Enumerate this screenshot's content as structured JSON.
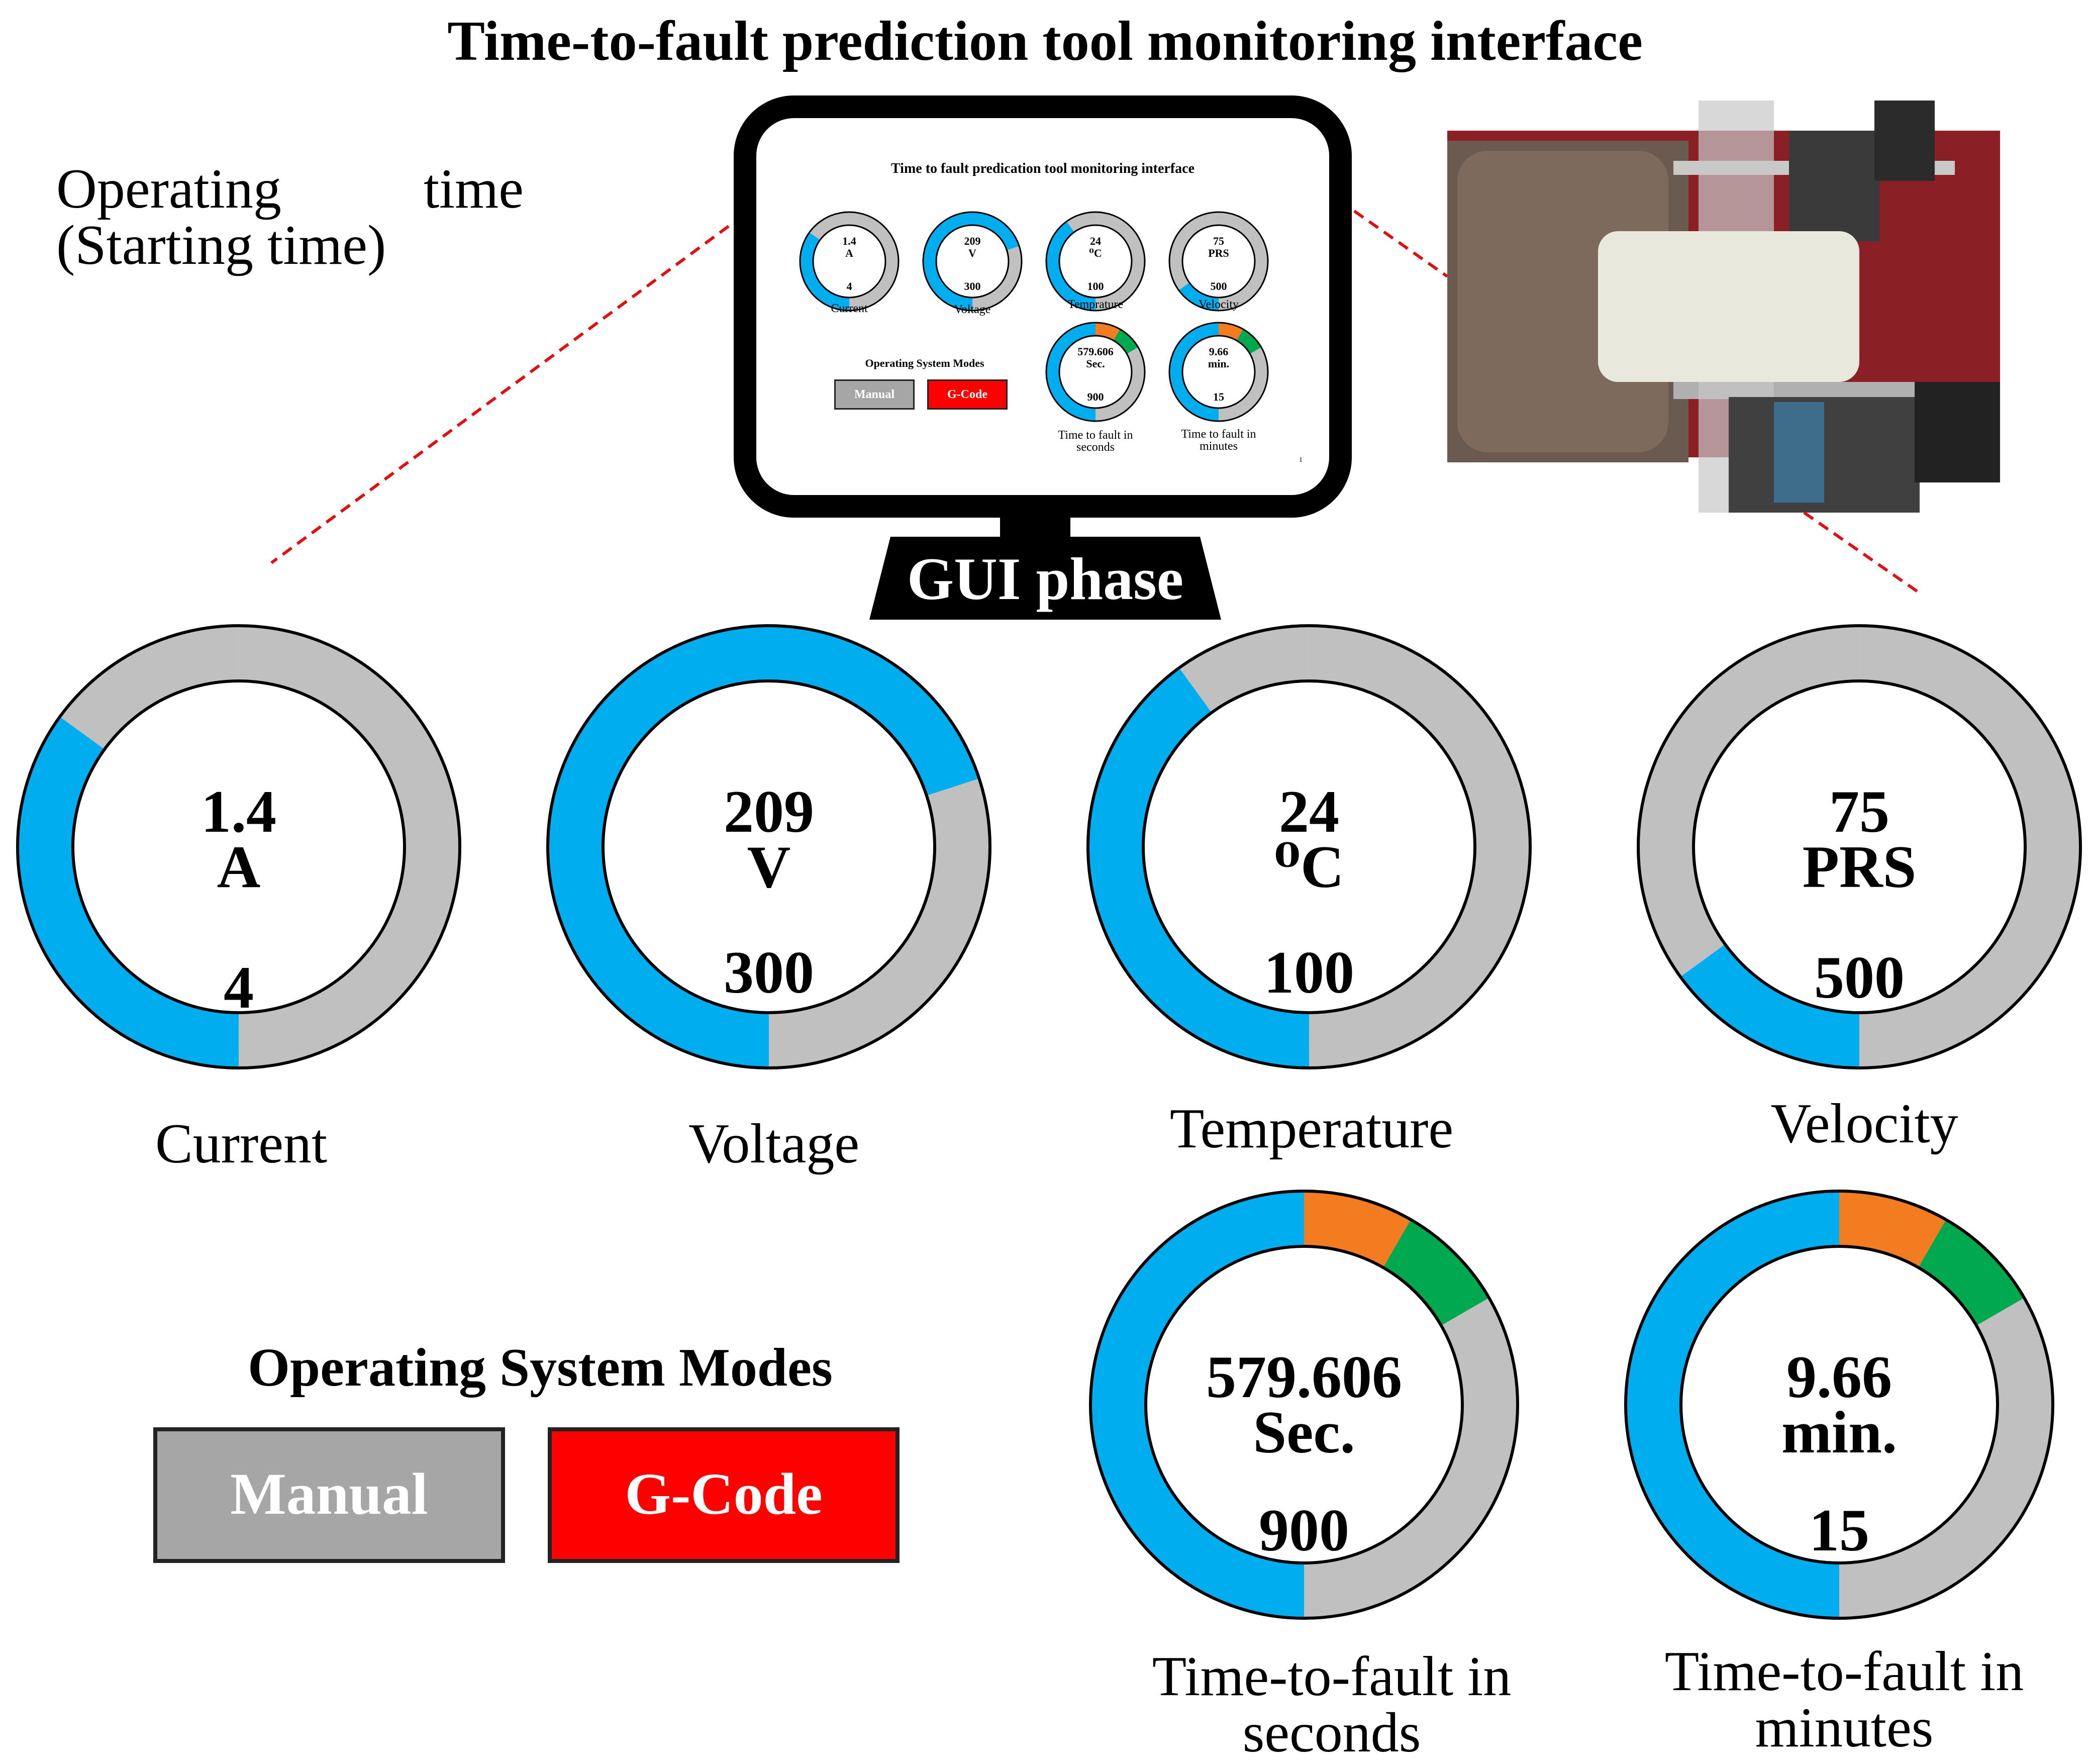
{
  "title": "Time-to-fault prediction tool monitoring interface",
  "operating_time": {
    "line1_word1": "Operating",
    "line1_word2": "time",
    "line2": "(Starting time)"
  },
  "monitor": {
    "stand_label": "GUI phase",
    "screen": {
      "title": "Time to fault predication tool monitoring interface",
      "labels": [
        "Current",
        "Voltage",
        "Temprature",
        "Velocity"
      ],
      "fault_labels": [
        [
          "Time to fault in",
          "seconds"
        ],
        [
          "Time to fault in",
          "minutes"
        ]
      ],
      "temp_unit": "⁰C",
      "modes_title": "Operating System Modes",
      "page_number": "1"
    }
  },
  "colors": {
    "blue": "#00aeef",
    "gray": "#c0c0c0",
    "orange": "#f47c20",
    "green": "#00a94f",
    "red": "#ff0000",
    "button_gray": "#a6a6a6"
  },
  "gauges": [
    {
      "id": "current",
      "value": "1.4",
      "unit": "A",
      "max": "4",
      "label": "Current",
      "fraction": 0.35
    },
    {
      "id": "voltage",
      "value": "209",
      "unit": "V",
      "max": "300",
      "label": "Voltage",
      "fraction": 0.7
    },
    {
      "id": "temperature",
      "value": "24",
      "unit": "⁰C",
      "max": "100",
      "label": "Temperature",
      "fraction": 0.4
    },
    {
      "id": "velocity",
      "value": "75",
      "unit": "PRS",
      "max": "500",
      "label": "Velocity",
      "fraction": 0.15
    }
  ],
  "fault_gauges": [
    {
      "id": "seconds",
      "value": "579.606",
      "unit": "Sec.",
      "max": "900",
      "label_line1": "Time-to-fault in",
      "label_line2": "seconds",
      "fraction": 0.64
    },
    {
      "id": "minutes",
      "value": "9.66",
      "unit": "min.",
      "max": "15",
      "label_line1": "Time-to-fault in",
      "label_line2": "minutes",
      "fraction": 0.64
    }
  ],
  "modes": {
    "title": "Operating System Modes",
    "manual_label": "Manual",
    "gcode_label": "G-Code"
  }
}
